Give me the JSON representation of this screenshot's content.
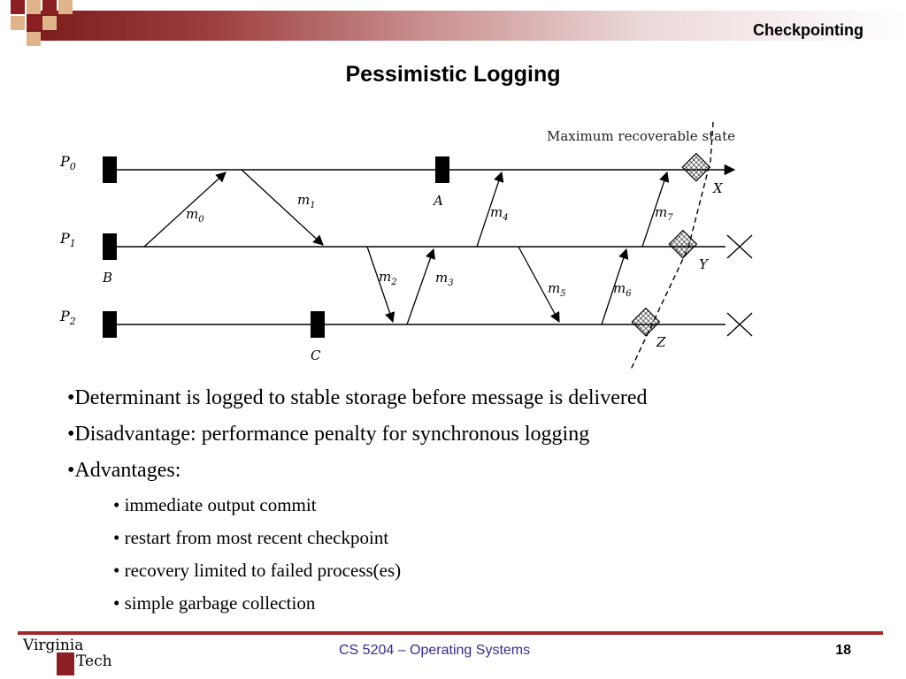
{
  "header": {
    "section": "Checkpointing"
  },
  "title": "Pessimistic Logging",
  "diagram": {
    "processes": [
      {
        "label": "P",
        "sub": "0"
      },
      {
        "label": "P",
        "sub": "1"
      },
      {
        "label": "P",
        "sub": "2"
      }
    ],
    "checkpoint_labels": [
      "A",
      "B",
      "C"
    ],
    "messages": [
      {
        "label": "m",
        "sub": "0"
      },
      {
        "label": "m",
        "sub": "1"
      },
      {
        "label": "m",
        "sub": "2"
      },
      {
        "label": "m",
        "sub": "3"
      },
      {
        "label": "m",
        "sub": "4"
      },
      {
        "label": "m",
        "sub": "5"
      },
      {
        "label": "m",
        "sub": "6"
      },
      {
        "label": "m",
        "sub": "7"
      }
    ],
    "state_labels": [
      "X",
      "Y",
      "Z"
    ],
    "recovery_line_label": "Maximum recoverable state"
  },
  "bullets": [
    "•Determinant is logged to stable storage before message is  delivered",
    "•Disadvantage: performance penalty for synchronous logging",
    "•Advantages:"
  ],
  "sub_bullets": [
    "• immediate output commit",
    "• restart from most recent checkpoint",
    "• recovery limited to failed process(es)",
    "• simple garbage collection"
  ],
  "footer": {
    "logo_top": "Virginia",
    "logo_bottom": "Tech",
    "course": "CS 5204 – Operating Systems",
    "page": "18"
  },
  "colors": {
    "accent": "#a0282b",
    "footer_text": "#3a2a8c"
  }
}
